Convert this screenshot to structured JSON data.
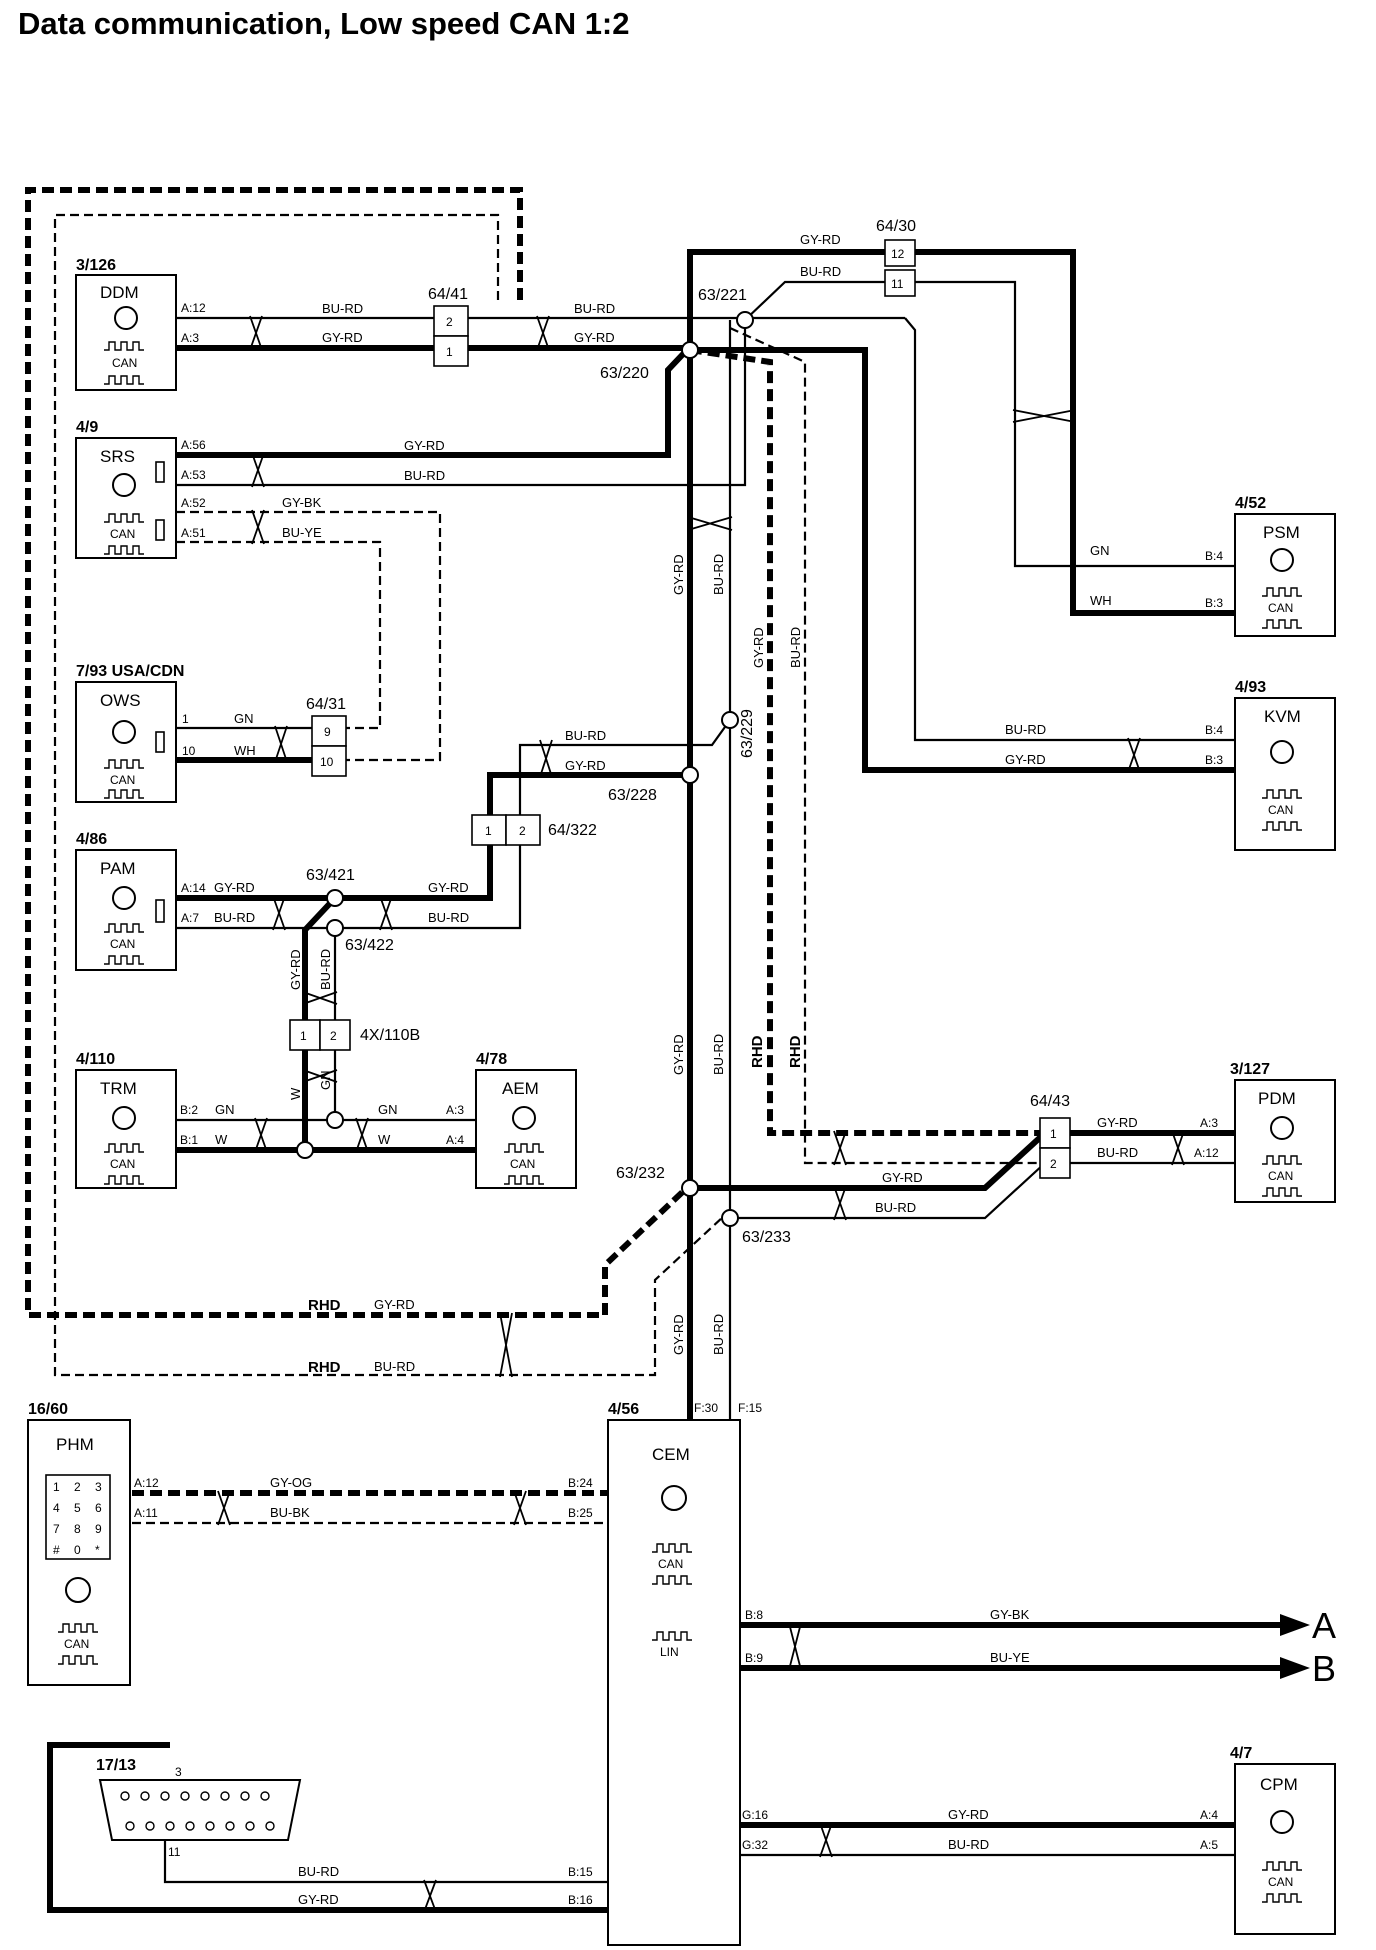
{
  "title": "Data communication, Low speed CAN 1:2",
  "modules": {
    "ddm": {
      "ref": "3/126",
      "name": "DDM",
      "can": "CAN",
      "pin_a": "A:12",
      "pin_b": "A:3"
    },
    "srs": {
      "ref": "4/9",
      "name": "SRS",
      "can": "CAN",
      "p56": "A:56",
      "p53": "A:53",
      "p52": "A:52",
      "p51": "A:51"
    },
    "ows": {
      "ref": "7/93 USA/CDN",
      "name": "OWS",
      "can": "CAN",
      "p1": "1",
      "p10": "10"
    },
    "pam": {
      "ref": "4/86",
      "name": "PAM",
      "can": "CAN",
      "p14": "A:14",
      "p7": "A:7"
    },
    "trm": {
      "ref": "4/110",
      "name": "TRM",
      "can": "CAN",
      "p2": "B:2",
      "p1": "B:1"
    },
    "aem": {
      "ref": "4/78",
      "name": "AEM",
      "can": "CAN",
      "p3": "A:3",
      "p4": "A:4"
    },
    "psm": {
      "ref": "4/52",
      "name": "PSM",
      "can": "CAN",
      "p4": "B:4",
      "p3": "B:3"
    },
    "kvm": {
      "ref": "4/93",
      "name": "KVM",
      "can": "CAN",
      "p4": "B:4",
      "p3": "B:3"
    },
    "pdm": {
      "ref": "3/127",
      "name": "PDM",
      "can": "CAN",
      "p3": "A:3",
      "p12": "A:12"
    },
    "phm": {
      "ref": "16/60",
      "name": "PHM",
      "can": "CAN",
      "p12": "A:12",
      "p11": "A:11",
      "keys": [
        "1",
        "2",
        "3",
        "4",
        "5",
        "6",
        "7",
        "8",
        "9",
        "#",
        "0",
        "*"
      ]
    },
    "cem": {
      "ref": "4/56",
      "name": "CEM",
      "can": "CAN",
      "lin": "LIN",
      "f30": "F:30",
      "f15": "F:15",
      "b24": "B:24",
      "b25": "B:25",
      "b8": "B:8",
      "b9": "B:9",
      "g16": "G:16",
      "g32": "G:32",
      "b15": "B:15",
      "b16": "B:16"
    },
    "cpm": {
      "ref": "4/7",
      "name": "CPM",
      "can": "CAN",
      "p4": "A:4",
      "p5": "A:5"
    },
    "dlc": {
      "ref": "17/13",
      "p3": "3",
      "p11": "11"
    }
  },
  "connectors": {
    "c6441": {
      "ref": "64/41",
      "p1": "1",
      "p2": "2"
    },
    "c6430": {
      "ref": "64/30",
      "p12": "12",
      "p11": "11"
    },
    "c6431": {
      "ref": "64/31",
      "p9": "9",
      "p10": "10"
    },
    "c64322": {
      "ref": "64/322",
      "p1": "1",
      "p2": "2"
    },
    "c4x110b": {
      "ref": "4X/110B",
      "p1": "1",
      "p2": "2"
    },
    "c6443": {
      "ref": "64/43",
      "p1": "1",
      "p2": "2"
    }
  },
  "splices": {
    "s63221": "63/221",
    "s63220": "63/220",
    "s63229": "63/229",
    "s63228": "63/228",
    "s63421": "63/421",
    "s63422": "63/422",
    "s63232": "63/232",
    "s63233": "63/233"
  },
  "wires": {
    "bu_rd": "BU-RD",
    "gy_rd": "GY-RD",
    "gy_bk": "GY-BK",
    "bu_ye": "BU-YE",
    "gn": "GN",
    "wh": "WH",
    "w": "W",
    "gy_og": "GY-OG",
    "bu_bk": "BU-BK"
  },
  "markers": {
    "rhd": "RHD",
    "out_a": "A",
    "out_b": "B"
  }
}
